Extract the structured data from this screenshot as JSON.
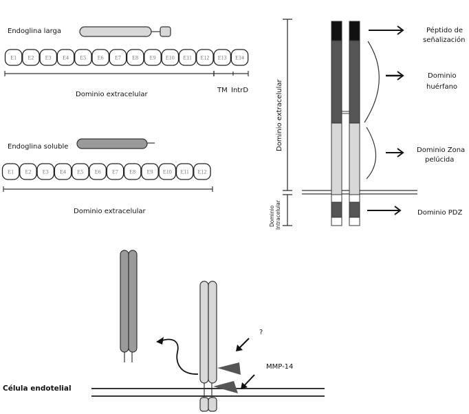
{
  "panel_a": {
    "long": {
      "title": "Endoglina larga",
      "exons": [
        "E1",
        "E2",
        "E3",
        "E4",
        "E5",
        "E6",
        "E7",
        "E8",
        "E9",
        "E10",
        "E11",
        "E12",
        "E13",
        "E14"
      ],
      "domain_label": "Dominio extracelular",
      "tm_label": "TM",
      "intrd_label": "IntrD"
    },
    "soluble": {
      "title": "Endoglina soluble",
      "exons": [
        "E1",
        "E2",
        "E3",
        "E4",
        "E5",
        "E6",
        "E7",
        "E8",
        "E9",
        "E10",
        "E11",
        "E12"
      ],
      "domain_label": "Dominio extracelular"
    }
  },
  "panel_b": {
    "extracellular_label": "Dominio extracelular",
    "intracellular_label_1": "Dominio",
    "intracellular_label_2": "Intracelular",
    "signal_peptide_1": "Péptido de",
    "signal_peptide_2": "señalización",
    "orphan_1": "Dominio",
    "orphan_2": "huérfano",
    "zp_1": "Dominio Zona",
    "zp_2": "pelúcida",
    "pdz": "Dominio PDZ"
  },
  "panel_c": {
    "cell_label": "Célula endotelial",
    "question_label": "?",
    "mmp_label": "MMP-14"
  },
  "colors": {
    "black_segment": "#111111",
    "dark_gray": "#555555",
    "medium_gray": "#9a9a9a",
    "light_gray": "#d8d8d8",
    "line": "#333333"
  }
}
